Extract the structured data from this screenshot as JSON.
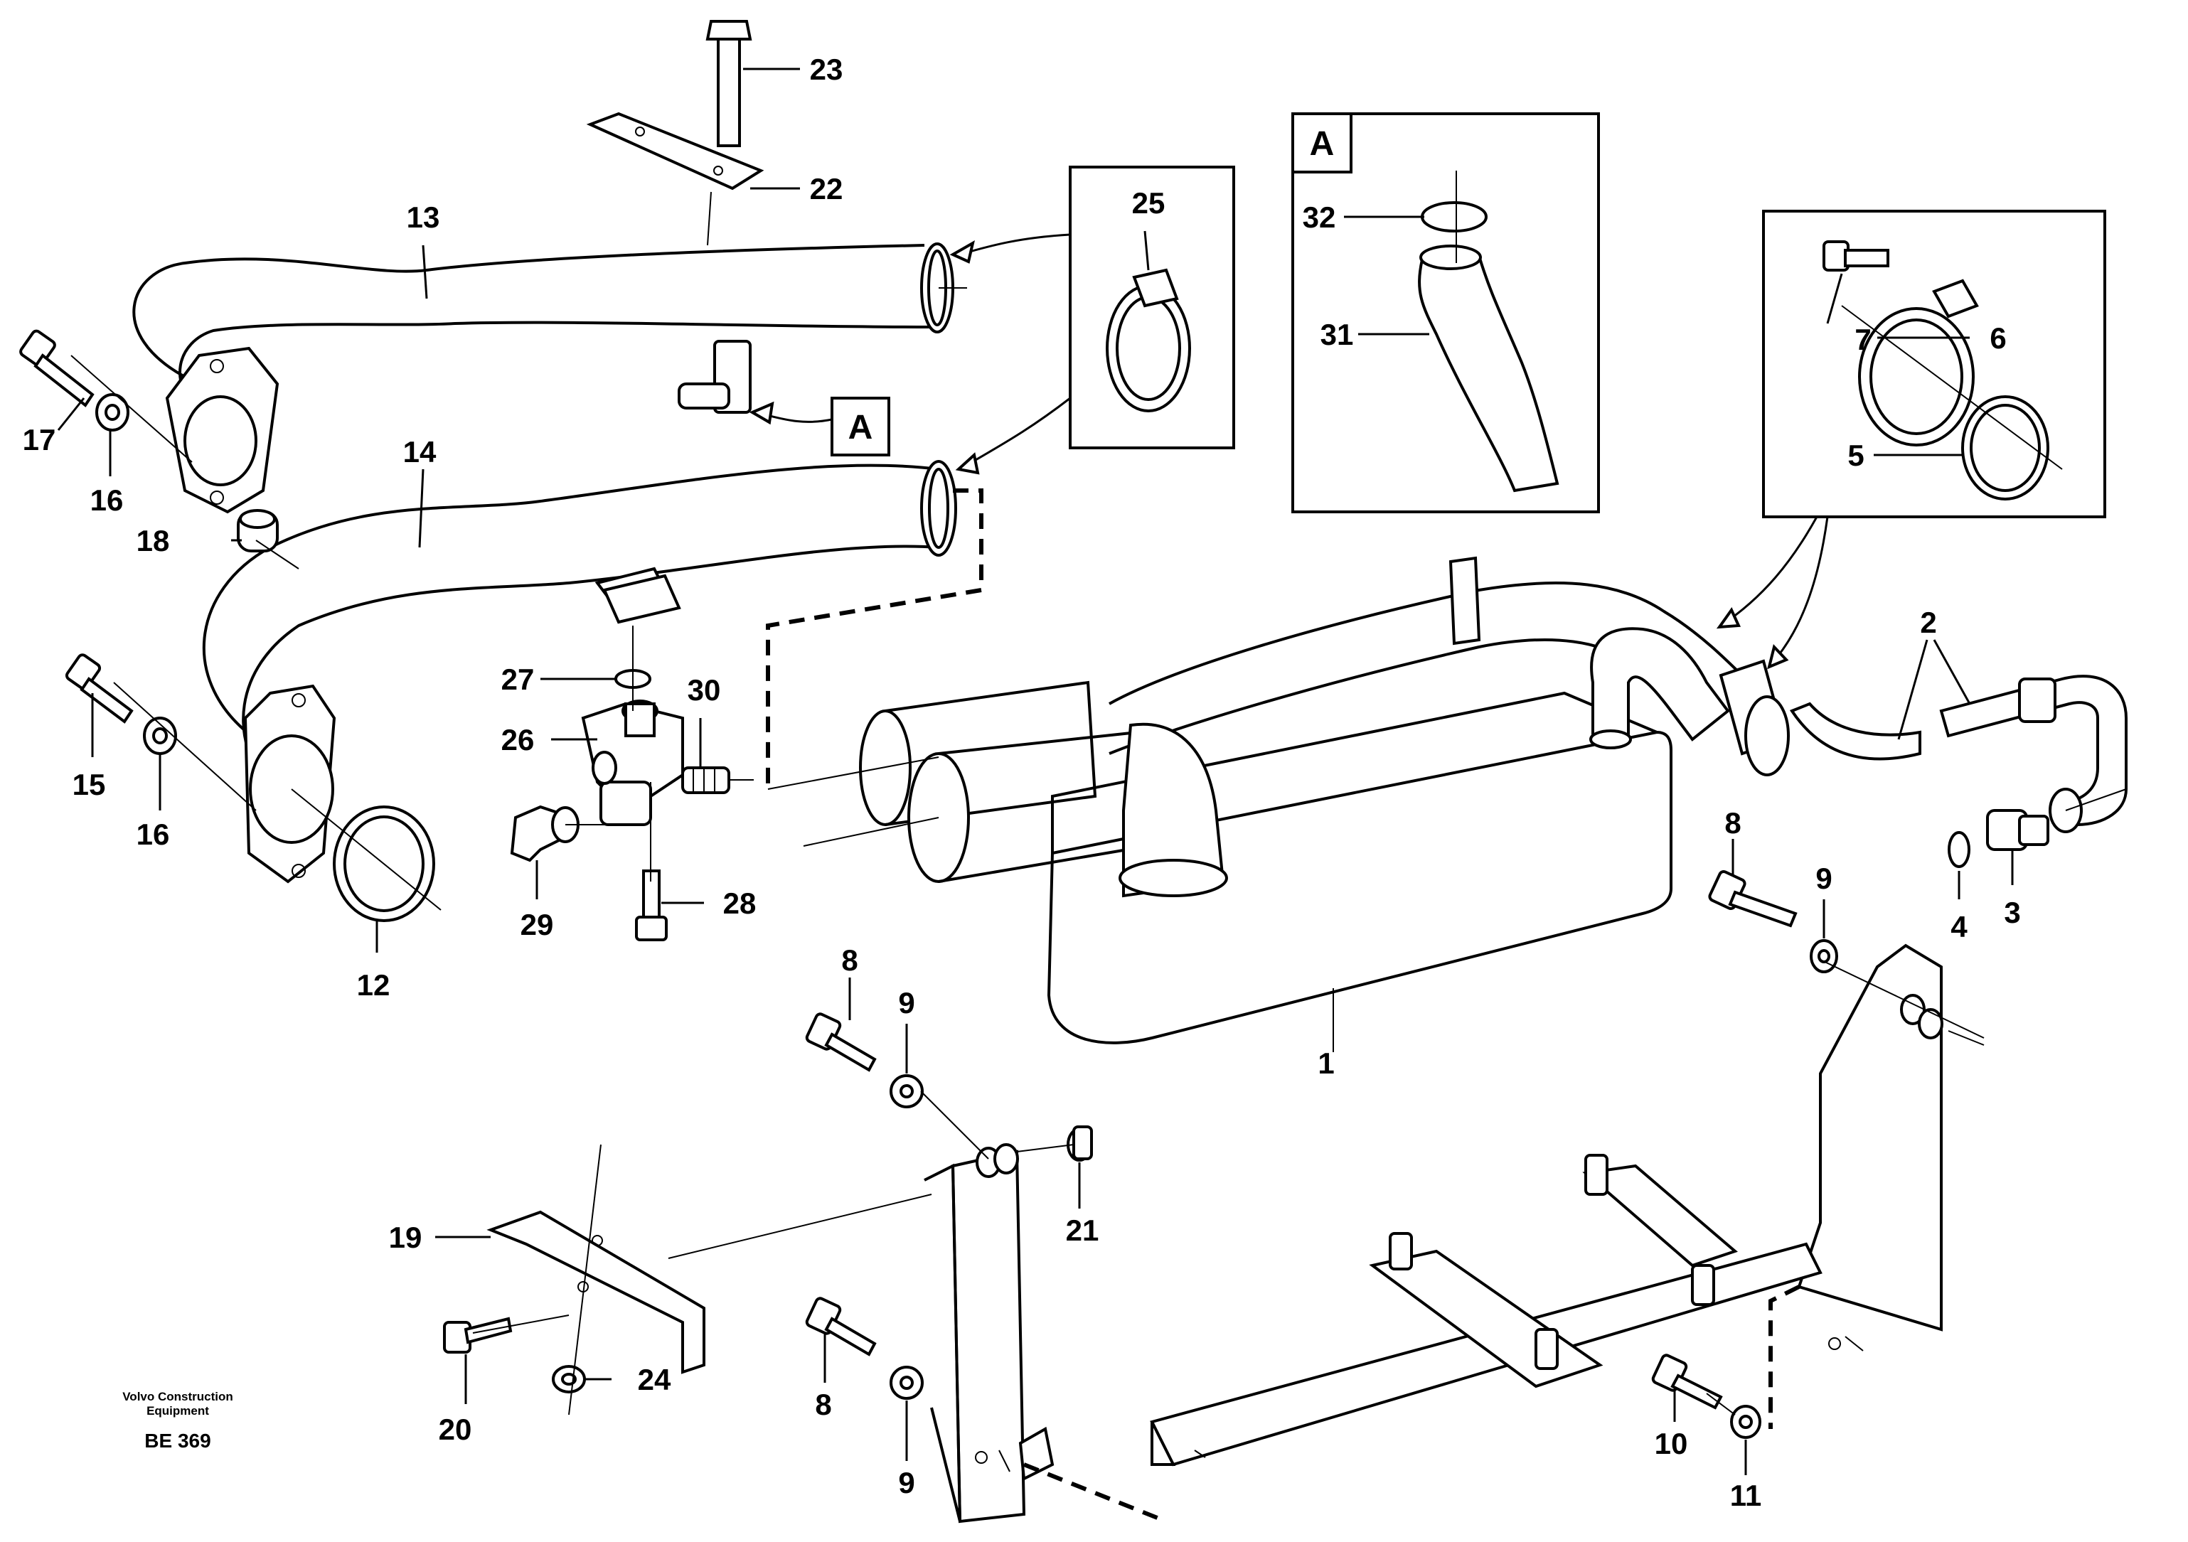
{
  "callouts": {
    "c1": "1",
    "c2": "2",
    "c3": "3",
    "c4": "4",
    "c5": "5",
    "c6": "6",
    "c7": "7",
    "c8a": "8",
    "c8b": "8",
    "c8c": "8",
    "c9a": "9",
    "c9b": "9",
    "c9c": "9",
    "c10": "10",
    "c11": "11",
    "c12": "12",
    "c13": "13",
    "c14": "14",
    "c15": "15",
    "c16a": "16",
    "c16b": "16",
    "c17": "17",
    "c18": "18",
    "c19": "19",
    "c20": "20",
    "c21": "21",
    "c22": "22",
    "c23": "23",
    "c24": "24",
    "c25": "25",
    "c26": "26",
    "c27": "27",
    "c28": "28",
    "c29": "29",
    "c30": "30",
    "c31": "31",
    "c32": "32"
  },
  "detail_ref": "A",
  "detail_box_label": "A",
  "footer": {
    "company_line1": "Volvo Construction",
    "company_line2": "Equipment",
    "drawing_code": "BE 369"
  }
}
